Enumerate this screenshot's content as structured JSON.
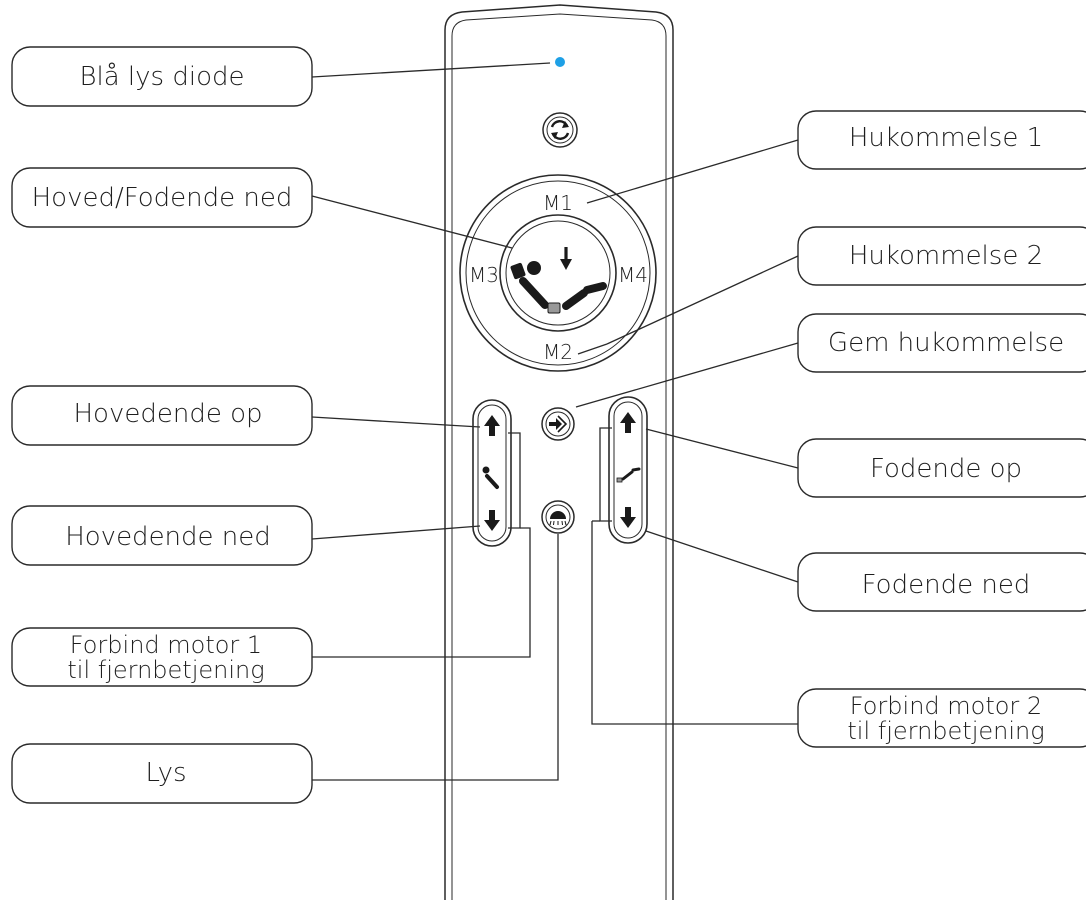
{
  "labels": {
    "led": "Blå lys diode",
    "memory1": "Hukommelse 1",
    "head_foot_down": "Hoved/Fodende ned",
    "memory2": "Hukommelse 2",
    "save_memory": "Gem hukommelse",
    "head_up": "Hovedende op",
    "foot_up": "Fodende op",
    "head_down": "Hovedende ned",
    "foot_down": "Fodende ned",
    "pair_motor1_line1": "Forbind motor 1",
    "pair_motor1_line2": "til fjernbetjening",
    "pair_motor2_line1": "Forbind motor 2",
    "pair_motor2_line2": "til fjernbetjening",
    "light": "Lys"
  },
  "remote": {
    "m1": "M1",
    "m2": "M2",
    "m3": "M3",
    "m4": "M4"
  },
  "colors": {
    "led": "#1ea0e6",
    "outline": "#2a2a2a",
    "icon_fill": "#1a1a1a",
    "hinge": "#999999"
  },
  "icons": {
    "top_button": "sync-icon",
    "save_button": "save-memory-icon",
    "light_button": "light-icon"
  }
}
